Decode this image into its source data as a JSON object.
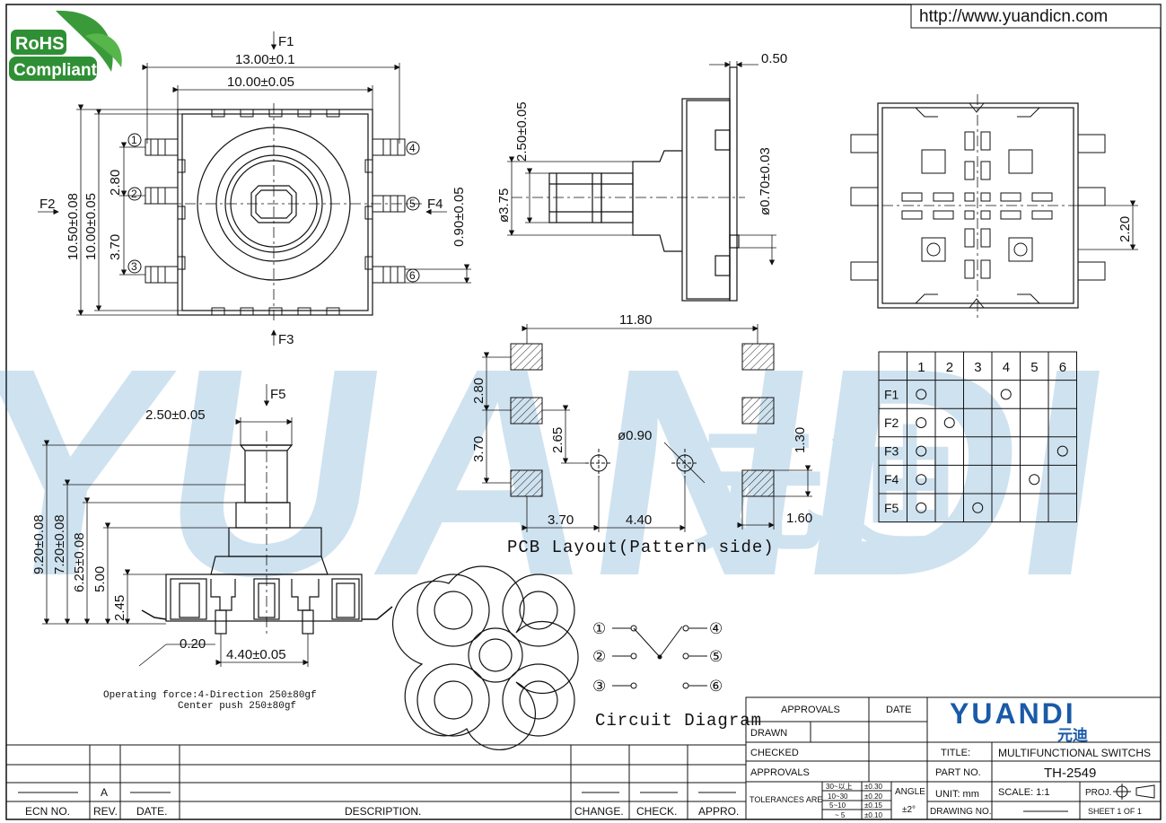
{
  "header": {
    "url": "http://www.yuandicn.com"
  },
  "badge": {
    "line1": "RoHS",
    "line2": "Compliant"
  },
  "watermark": {
    "latin": "YUANDI",
    "cjk": "元迪"
  },
  "top_view": {
    "forces": {
      "f1": "F1",
      "f2": "F2",
      "f3": "F3",
      "f4": "F4"
    },
    "dims": {
      "w_outer": "13.00±0.1",
      "w_inner": "10.00±0.05",
      "h_outer": "10.50±0.08",
      "h_inner": "10.00±0.05",
      "p1": "2.80",
      "p2": "3.70",
      "pin_w": "0.90±0.05"
    },
    "pins": [
      "1",
      "2",
      "3",
      "4",
      "5",
      "6"
    ]
  },
  "side_view_right": {
    "dims": {
      "plate": "0.50",
      "shaft_h": "2.50±0.05",
      "dia": "ø3.75",
      "pin": "ø0.70±0.03"
    }
  },
  "bottom_view": {
    "dims": {
      "offset": "2.20"
    }
  },
  "side_view_bottom": {
    "force": "F5",
    "dims": {
      "top_w": "2.50±0.05",
      "h1": "9.20±0.08",
      "h2": "7.20±0.08",
      "h3": "6.25±0.08",
      "h4": "5.00",
      "h5": "2.45",
      "pin_t": "0.20",
      "pitch": "4.40±0.05"
    }
  },
  "pcb_layout": {
    "title": "PCB Layout(Pattern side)",
    "dims": {
      "span": "11.80",
      "p1": "2.80",
      "p2": "3.70",
      "hole_y": "2.65",
      "hole_d": "ø0.90",
      "x1": "3.70",
      "x2": "4.40",
      "pad_h": "1.30",
      "pad_w": "1.60"
    }
  },
  "truth_table": {
    "columns": [
      "1",
      "2",
      "3",
      "4",
      "5",
      "6"
    ],
    "rows": [
      {
        "label": "F1",
        "on": [
          1,
          4
        ]
      },
      {
        "label": "F2",
        "on": [
          1,
          2
        ]
      },
      {
        "label": "F3",
        "on": [
          1,
          6
        ]
      },
      {
        "label": "F4",
        "on": [
          1,
          5
        ]
      },
      {
        "label": "F5",
        "on": [
          1,
          3
        ]
      }
    ]
  },
  "circuit": {
    "title": "Circuit Diagram",
    "pins_left": [
      "①",
      "②",
      "③"
    ],
    "pins_right": [
      "④",
      "⑤",
      "⑥"
    ]
  },
  "notes": {
    "line1": "Operating force:4-Direction 250±80gf",
    "line2": "Center push 250±80gf"
  },
  "revision_block": {
    "headers": {
      "ecn": "ECN NO.",
      "rev": "REV.",
      "date": "DATE.",
      "desc": "DESCRIPTION.",
      "change": "CHANGE.",
      "check": "CHECK.",
      "appro": "APPRO."
    },
    "rev_value": "A"
  },
  "title_block": {
    "approvals": "APPROVALS",
    "date": "DATE",
    "drawn": "DRAWN",
    "checked": "CHECKED",
    "approvals2": "APPROVALS",
    "tolerances": "TOLERANCES ARE",
    "tol_ranges": [
      "30~以上",
      "10~30",
      "5~10",
      "~ 5"
    ],
    "tol_values": [
      "±0.30",
      "±0.20",
      "±0.15",
      "±0.10"
    ],
    "angle": "ANGLE",
    "angle_val": "±2°",
    "logo": "YUANDI",
    "logo_cjk": "元迪",
    "title_label": "TITLE:",
    "title_value": "MULTIFUNCTIONAL SWITCHS",
    "part_label": "PART NO.",
    "part_value": "TH-2549",
    "unit": "UNIT: mm",
    "scale": "SCALE:   1:1",
    "proj": "PROJ.",
    "drawing_no": "DRAWING NO.",
    "sheet": "SHEET   1  OF  1"
  },
  "colors": {
    "line": "#111111",
    "badge_green": "#3a9a3a",
    "watermark_blue": "#2a7fc0",
    "watermark_green": "#4aa84a",
    "logo_blue": "#1a5aa8"
  }
}
